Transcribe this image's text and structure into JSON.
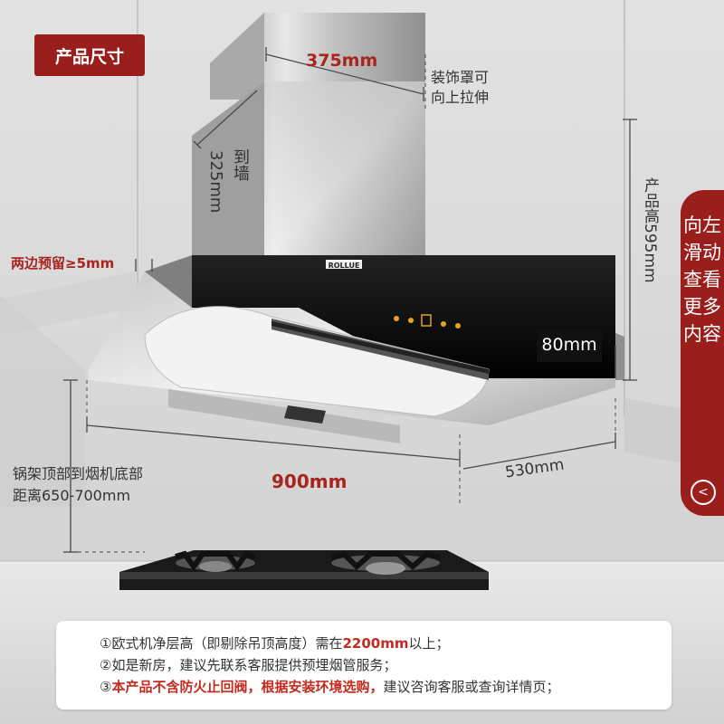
{
  "tag": "产品尺寸",
  "dims": {
    "top_width": "375mm",
    "wall": "325mm",
    "wall_label": "到墙",
    "cover_note_1": "装饰罩可",
    "cover_note_2": "向上拉伸",
    "height": "产品高595mm",
    "side_margin": "两边预留≥5mm",
    "thickness": "80mm",
    "width": "900mm",
    "depth": "530mm",
    "distance_1": "锅架顶部到烟机底部",
    "distance_2": "距离650-700mm"
  },
  "brand": "ROLLUE",
  "side_tab": {
    "text": "向左滑动查看更多内容",
    "arrow": "<"
  },
  "notes": {
    "n1_pre": "①欧式机净层高（即剔除吊顶高度）需在",
    "n1_hl": "2200mm",
    "n1_post": "以上；",
    "n2": "②如是新房，建议先联系客服提供预埋烟管服务；",
    "n3_num": "③",
    "n3_hl": "本产品不含防火止回阀，根据安装环境选购，",
    "n3_post": "建议咨询客服或查询详情页；"
  }
}
